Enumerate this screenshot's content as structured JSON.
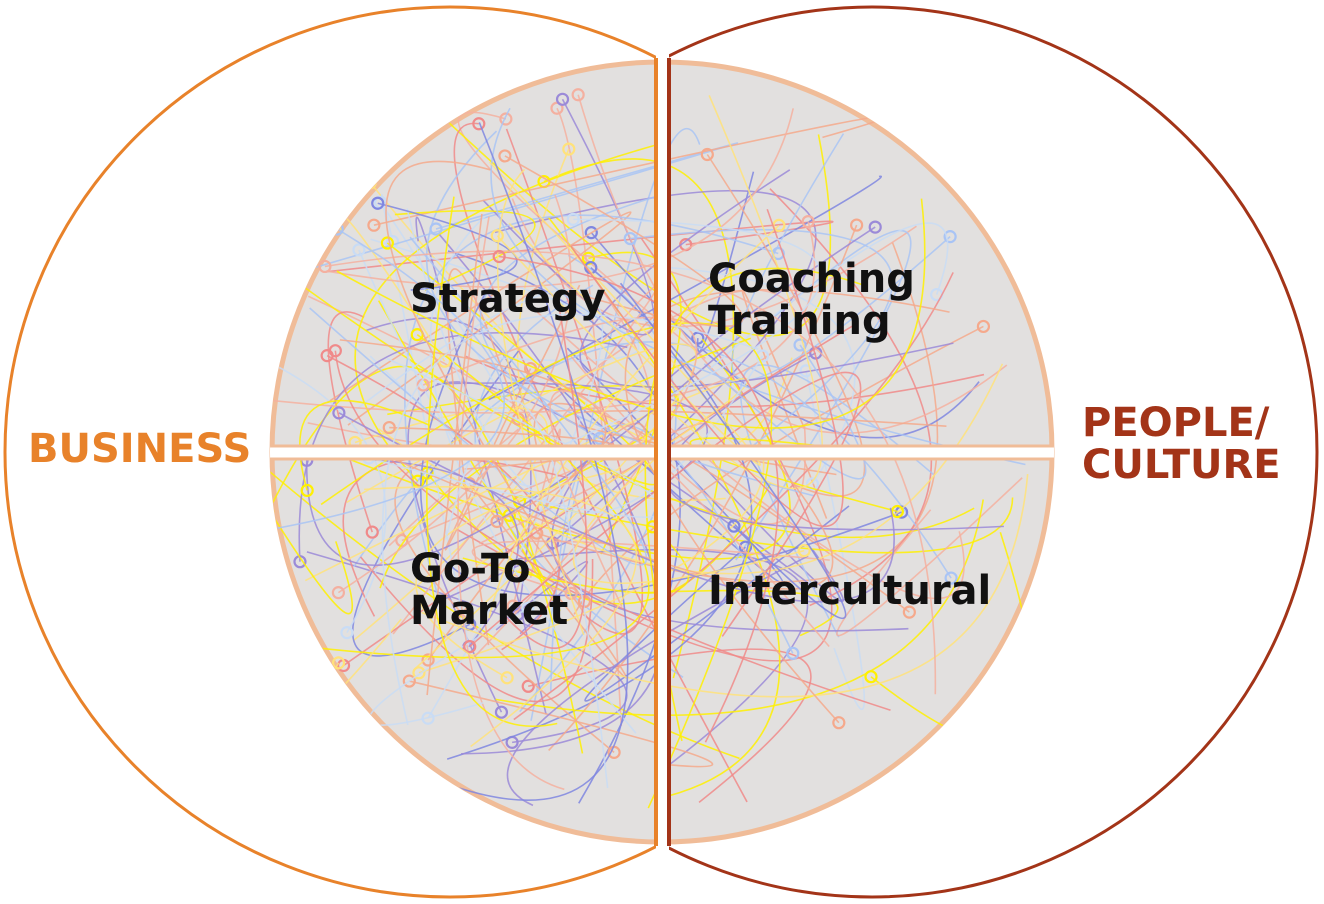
{
  "labels": {
    "business": "BUSINESS",
    "people_line1": "PEOPLE/",
    "people_line2": "CULTURE",
    "strategy": "Strategy",
    "coaching_line1": "Coaching",
    "coaching_line2": "Training",
    "gotomarket_line1": "Go-To",
    "gotomarket_line2": "Market",
    "intercultural": "Intercultural"
  },
  "colors": {
    "business": "#E8822A",
    "people": "#A33418",
    "sphere_fill": "#E2E0DF",
    "sphere_border": "#F0BC98",
    "network": [
      "#A9C4F5",
      "#F5A98C",
      "#FFE27A",
      "#9B8AD8",
      "#C9DCF5",
      "#F08A8A",
      "#FFF000",
      "#7F86E0",
      "#F4B0A0"
    ]
  }
}
